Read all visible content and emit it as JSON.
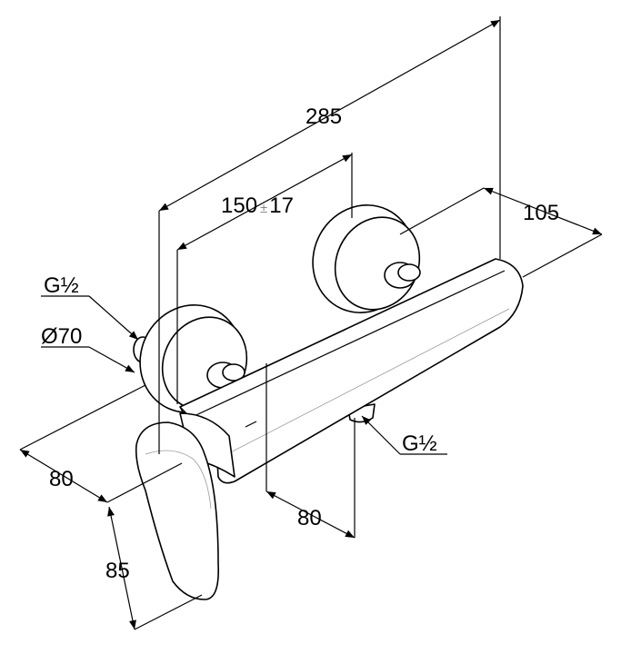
{
  "drawing": {
    "title": "Shower mixer dimension drawing",
    "dimensions": {
      "overall_width": "285",
      "centre_distance": "150",
      "centre_tolerance_symbol": "±",
      "centre_tolerance": "17",
      "depth": "105",
      "inlet_thread": "G½",
      "rosette_diameter": "Ø70",
      "outlet_thread": "G½",
      "lever_depth": "80",
      "outlet_offset": "80",
      "lever_height": "85"
    }
  }
}
